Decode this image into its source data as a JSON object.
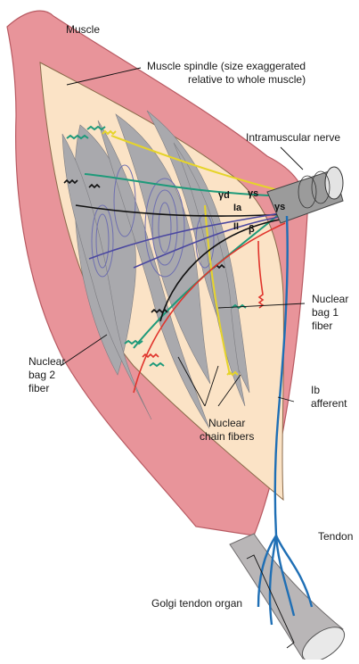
{
  "labels": {
    "muscle": "Muscle",
    "spindle_line1": "Muscle spindle (size exaggerated",
    "spindle_line2": "relative to whole muscle)",
    "nerve": "Intramuscular nerve",
    "bag1_l1": "Nuclear",
    "bag1_l2": "bag 1",
    "bag1_l3": "fiber",
    "bag2_l1": "Nuclear",
    "bag2_l2": "bag 2",
    "bag2_l3": "fiber",
    "ib_l1": "Ib",
    "ib_l2": "afferent",
    "chain_l1": "Nuclear",
    "chain_l2": "chain fibers",
    "tendon": "Tendon",
    "golgi": "Golgi tendon organ"
  },
  "fiber_labels": {
    "gamma_d": "γd",
    "gamma_s": "γs",
    "gamma_s2": "γs",
    "ia": "Ia",
    "ii": "II",
    "beta": "β"
  },
  "colors": {
    "muscle": "#e8949a",
    "spindle_capsule": "#fbe3c6",
    "intrafusal": "#a9a9ad",
    "nuclei": "#6e6fb0",
    "motor_green": "#1e9a7a",
    "sensory_yellow": "#e6d42a",
    "ib_blue": "#1f6fb5",
    "beta_red": "#e0342c",
    "ia_purple": "#4a47a0"
  }
}
